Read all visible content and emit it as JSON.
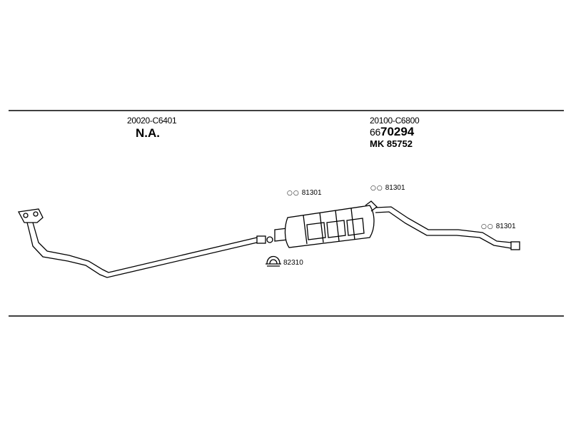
{
  "section_front": {
    "part_code": "20020-C6401",
    "status": "N.A."
  },
  "section_rear": {
    "part_code": "20100-C6800",
    "ref_prefix": "66",
    "ref_number": "70294",
    "mk_prefix": "MK",
    "mk_number": "85752"
  },
  "clamps": [
    {
      "rings": "○○",
      "code": "81301"
    },
    {
      "rings": "○○",
      "code": "81301"
    },
    {
      "rings": "○○",
      "code": "81301"
    }
  ],
  "u_clamp": {
    "code": "82310"
  }
}
